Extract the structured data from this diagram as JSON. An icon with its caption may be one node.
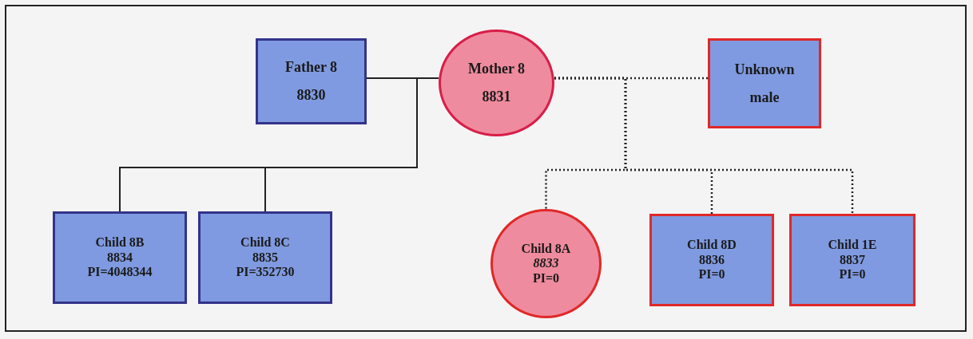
{
  "diagram": {
    "nodes": [
      {
        "text": [
          "Father 8",
          "8830"
        ]
      },
      {
        "text": [
          "Mother 8",
          "8831"
        ]
      },
      {
        "text": [
          "Unknown",
          "male"
        ]
      },
      {
        "text": [
          "Child 8B",
          "8834",
          "PI=4048344"
        ]
      },
      {
        "text": [
          "Child 8C",
          "8835",
          "PI=352730"
        ]
      },
      {
        "text": [
          "Child 8A",
          "*8833*",
          "PI=0"
        ]
      },
      {
        "text": [
          "Child 8D",
          "8836",
          "PI=0"
        ]
      },
      {
        "text": [
          "Child 1E",
          "8837",
          "PI=0"
        ]
      }
    ],
    "edges": [
      {
        "from": 0,
        "to": 1,
        "arrow": "none"
      },
      {
        "from": 1,
        "to": 2,
        "arrow": "none",
        "style": "dashed"
      },
      {
        "from": 0,
        "to": 3,
        "arrow": "none"
      },
      {
        "from": 0,
        "to": 4,
        "arrow": "none"
      },
      {
        "from": 1,
        "to": 5,
        "arrow": "none",
        "style": "dashed"
      },
      {
        "from": 1,
        "to": 6,
        "arrow": "none",
        "style": "dashed"
      },
      {
        "from": 1,
        "to": 7,
        "arrow": "none",
        "style": "dashed"
      }
    ]
  }
}
